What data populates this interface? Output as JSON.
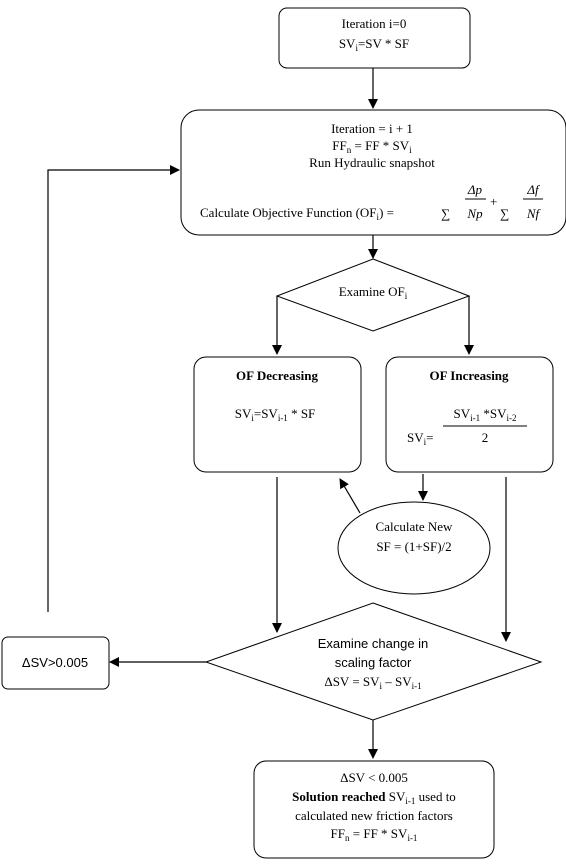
{
  "start": {
    "line1": "Iteration i=0",
    "line2": {
      "a": "SV",
      "sub": "i",
      "b": "=SV * SF"
    }
  },
  "iterate": {
    "line1": "Iteration = i + 1",
    "line2": {
      "a": "FF",
      "sub": "n",
      "b": " = FF * SV",
      "sub2": "i"
    },
    "line3": "Run Hydraulic snapshot",
    "line4": {
      "a": "Calculate Objective Function (OF",
      "sub": "i",
      "b": ") ="
    },
    "formula": {
      "sum": "∑",
      "num1": "Δp",
      "den1": "Np",
      "plus": "+",
      "num2": "Δf",
      "den2": "Nf"
    }
  },
  "examine_of": {
    "a": "Examine OF",
    "sub": "i"
  },
  "of_decreasing": {
    "title": "OF Decreasing",
    "eq": {
      "a": "SV",
      "s1": "i",
      "b": "=SV",
      "s2": "i-1",
      "c": " * SF"
    }
  },
  "of_increasing": {
    "title": "OF Increasing",
    "num": {
      "a": "SV",
      "s1": "i-1",
      "b": " *SV",
      "s2": "i-2"
    },
    "lhs": {
      "a": "SV",
      "sub": "i",
      "b": "="
    },
    "den": "2"
  },
  "calc_new": {
    "line1": "Calculate New",
    "line2": "SF = (1+SF)/2"
  },
  "examine_change": {
    "line1": "Examine change in",
    "line2": "scaling factor",
    "line3": {
      "a": "ΔSV = SV",
      "s1": "i",
      "b": " – SV",
      "s2": "i-1"
    }
  },
  "loop_back": "ΔSV>0.005",
  "solution": {
    "line1": "ΔSV < 0.005",
    "line2": {
      "bold": "Solution reached",
      "a": " SV",
      "sub": "i-1",
      "b": " used to"
    },
    "line3": "calculated new friction factors",
    "line4": {
      "a": "FF",
      "s1": "n",
      "b": " = FF * SV",
      "s2": "i-1"
    }
  }
}
